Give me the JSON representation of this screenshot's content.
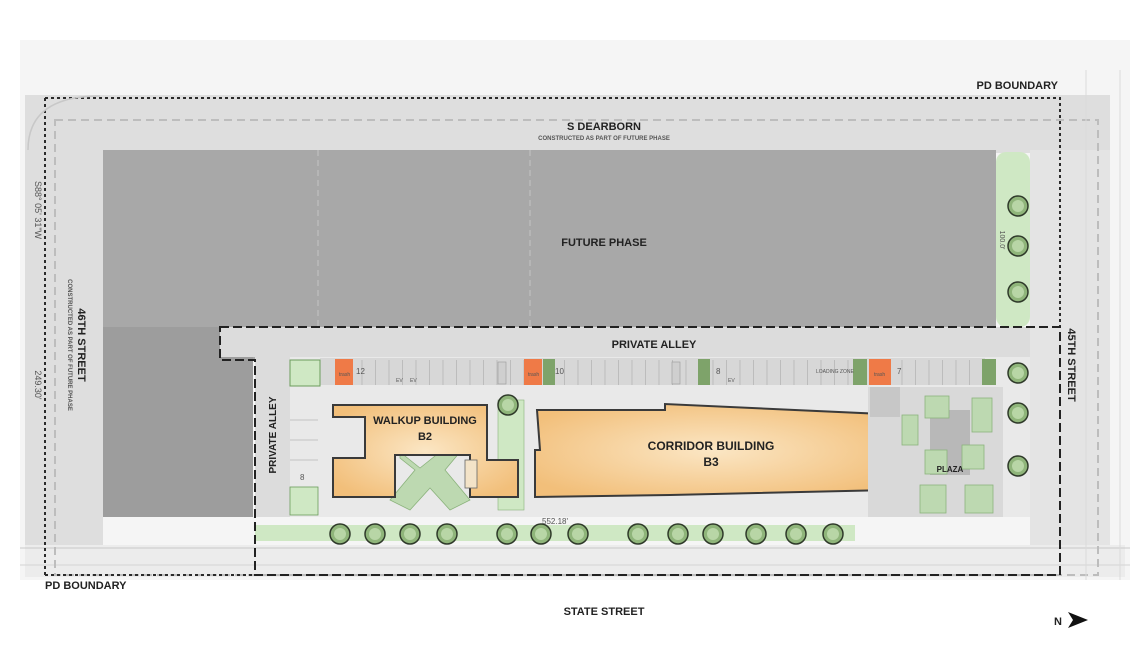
{
  "streets": {
    "dearborn": "S DEARBORN",
    "dearborn_note": "CONSTRUCTED AS PART OF FUTURE PHASE",
    "st46": "46TH STREET",
    "st46_note": "CONSTRUCTED AS PART OF FUTURE PHASE",
    "st45": "45TH STREET",
    "state": "STATE STREET",
    "bearing": "S88° 05' 31\"W",
    "dim_west": "249.30'"
  },
  "boundary": {
    "top": "PD BOUNDARY",
    "bottom": "PD BOUNDARY"
  },
  "zones": {
    "future": "FUTURE PHASE",
    "private_alley_top": "PRIVATE ALLEY",
    "private_alley_left": "PRIVATE ALLEY",
    "plaza": "PLAZA",
    "loading": "LOADING ZONE"
  },
  "buildings": {
    "walkup": {
      "name": "WALKUP BUILDING",
      "code": "B2"
    },
    "corridor": {
      "name": "CORRIDOR BUILDING",
      "code": "B3"
    }
  },
  "parking": {
    "count_a": "12",
    "count_b": "10",
    "count_c": "8",
    "count_d": "7",
    "count_e": "8",
    "trash": "trash",
    "ev": "EV"
  },
  "dims": {
    "frontage": "552.18'",
    "east": "100.0'"
  },
  "compass": {
    "label": "N"
  },
  "colors": {
    "street": "#dcdcdc",
    "future": "#a9a9a9",
    "building": "#f7d49c",
    "landscape": "#cfe8c4",
    "trash": "#ef7a47",
    "tree": "#7ea36a"
  }
}
